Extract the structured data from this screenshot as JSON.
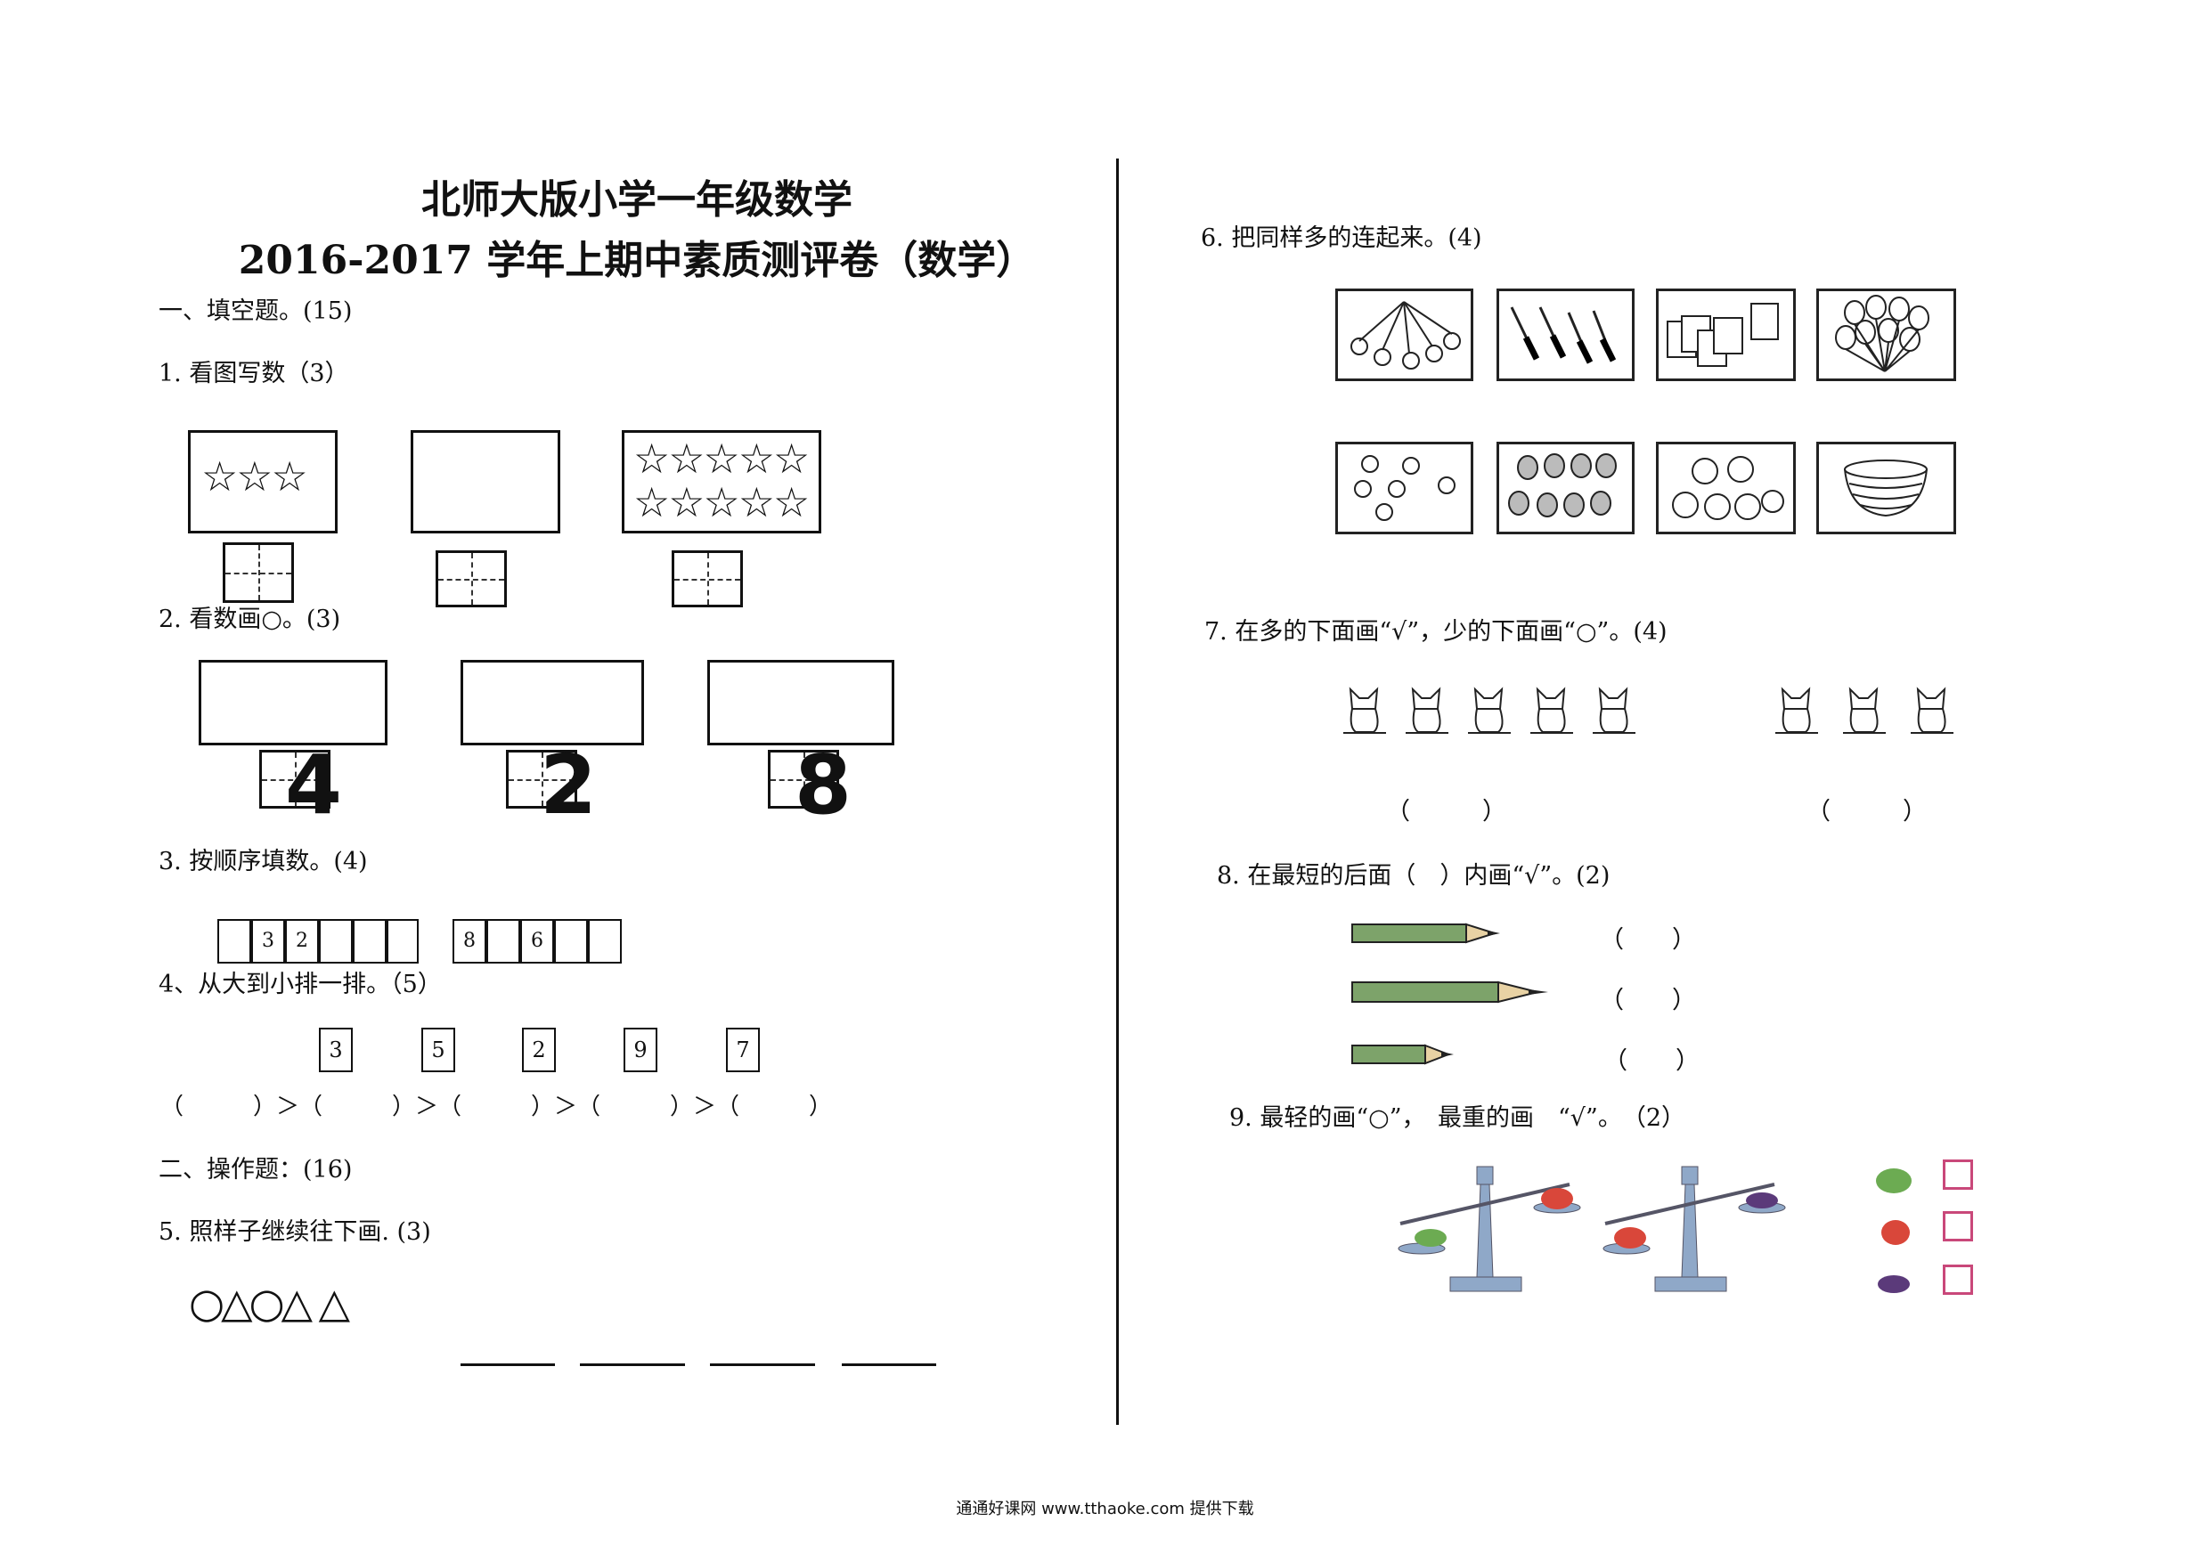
{
  "header": {
    "title_line1": "北师大版小学一年级数学",
    "title_line2": "2016-2017 学年上期中素质测评卷（数学）"
  },
  "left": {
    "section1": "一、填空题。(15)",
    "q1": "1. 看图写数（3）",
    "q2": "2. 看数画○。(3)",
    "q2_numbers": [
      "4",
      "2",
      "8"
    ],
    "q3": "3. 按顺序填数。(4)",
    "q3_seq1": [
      "",
      "3",
      "2",
      "",
      "",
      ""
    ],
    "q3_seq2": [
      "8",
      "",
      "6",
      "",
      ""
    ],
    "q4": "4、从大到小排一排。（5）",
    "q4_numbers": [
      "3",
      "5",
      "2",
      "9",
      "7"
    ],
    "q4_answer_line": "（　　　）＞（　　　）＞（　　　）＞（　　　）＞（　　　）",
    "section2": "二、操作题：(16)",
    "q5": "5. 照样子继续往下画. (3)",
    "q5_pattern": "○△○△ △"
  },
  "right": {
    "q6": "6. 把同样多的连起来。(4)",
    "q7": "7. 在多的下面画“√”，少的下面画“○”。(4)",
    "q7_paren_left": "（　　　）",
    "q7_paren_right": "（　　　）",
    "q8": "8. 在最短的后面（　）内画“√”。(2)",
    "q8_paren": [
      "（　　）",
      "（　　）",
      "（　　）"
    ],
    "q9": "9. 最轻的画“○”，　最重的画　“√”。　（2）"
  },
  "footer": {
    "text": "通通好课网 www.tthaoke.com 提供下载"
  },
  "colors": {
    "ink": "#111111",
    "pencil_green": "#7da36a",
    "checkbox_pink": "#c9487a",
    "scale_blue": "#8fa8c8"
  }
}
